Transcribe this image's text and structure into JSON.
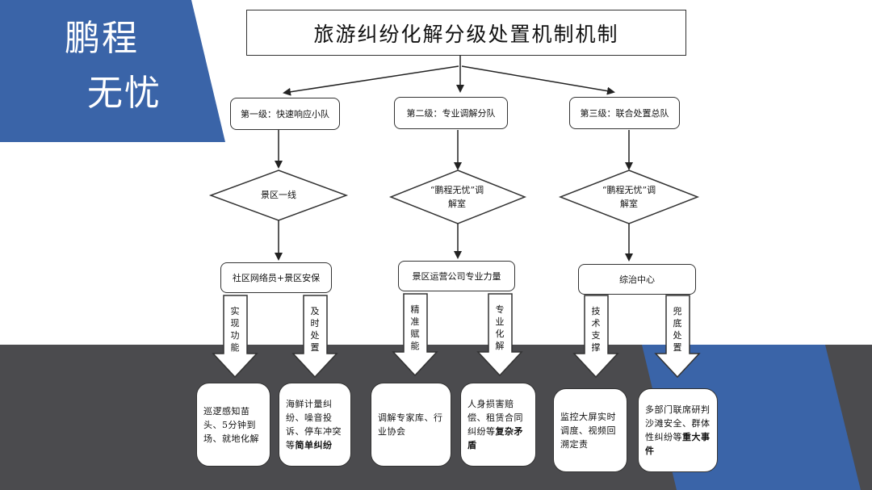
{
  "brand": {
    "line1": "鹏程",
    "line2": "无忧"
  },
  "title": "旅游纠纷化解分级处置机制机制",
  "levels": [
    {
      "label": "第一级：快速响应小队",
      "diamond": "景区一线",
      "unit": "社区网络员+景区安保",
      "arrows": [
        "实现功能",
        "及时处置"
      ],
      "results": [
        {
          "text": "巡逻感知苗头、5分钟到场、就地化解",
          "bold": ""
        },
        {
          "text": "海鲜计量纠纷、噪音投诉、停车冲突等",
          "bold": "简单纠纷"
        }
      ]
    },
    {
      "label": "第二级：专业调解分队",
      "diamond": "“鹏程无忧”调解室",
      "unit": "景区运营公司专业力量",
      "arrows": [
        "精准赋能",
        "专业化解"
      ],
      "results": [
        {
          "text": "调解专家库、行业协会",
          "bold": ""
        },
        {
          "text": "人身损害赔偿、租赁合同纠纷等",
          "bold": "复杂矛盾"
        }
      ]
    },
    {
      "label": "第三级：联合处置总队",
      "diamond": "“鹏程无忧”调解室",
      "unit": "综治中心",
      "arrows": [
        "技术支撑",
        "兜底处置"
      ],
      "results": [
        {
          "text": "监控大屏实时调度、视频回溯定责",
          "bold": ""
        },
        {
          "text": "多部门联席研判沙滩安全、群体性纠纷等",
          "bold": "重大事件"
        }
      ]
    }
  ],
  "colors": {
    "blue": "#3a64a8",
    "dark": "#4b4b4e"
  }
}
